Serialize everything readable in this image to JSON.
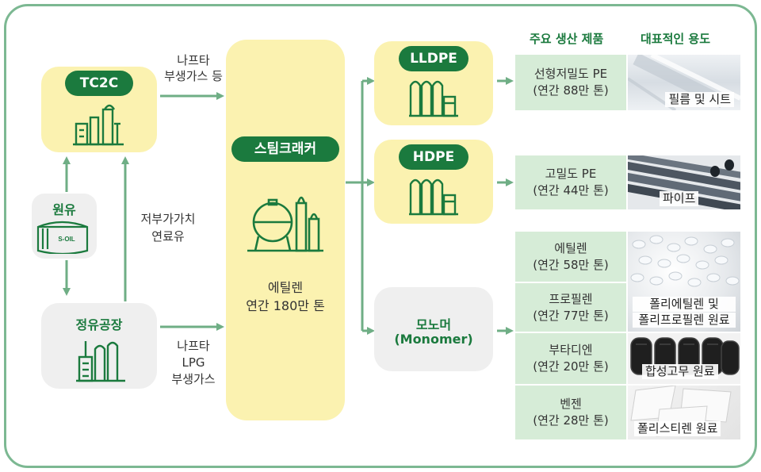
{
  "headers": {
    "products": "주요 생산 제품",
    "uses": "대표적인 용도"
  },
  "nodes": {
    "tc2c": "TC2C",
    "crude": "원유",
    "crude_logo": "S-OIL",
    "refinery": "정유공장",
    "cracker": "스팀크래커",
    "cracker_output": [
      "에틸렌",
      "연간 180만 톤"
    ],
    "lldpe": "LLDPE",
    "hdpe": "HDPE",
    "monomer": [
      "모노머",
      "(Monomer)"
    ]
  },
  "flows": {
    "tc2c_to_cracker": [
      "나프타",
      "부생가스 등"
    ],
    "refinery_to_tc2c": [
      "저부가가치",
      "연료유"
    ],
    "refinery_to_cracker": [
      "나프타",
      "LPG",
      "부생가스"
    ]
  },
  "products": [
    {
      "name": [
        "선형저밀도 PE",
        "(연간 88만 톤)"
      ],
      "use": "필름 및 시트"
    },
    {
      "name": [
        "고밀도 PE",
        "(연간 44만 톤)"
      ],
      "use": "파이프"
    },
    {
      "name": [
        "에틸렌",
        "(연간 58만 톤)"
      ]
    },
    {
      "name": [
        "프로필렌",
        "(연간 77만 톤)"
      ]
    },
    {
      "name": [
        "부타디엔",
        "(연간 20만 톤)"
      ]
    },
    {
      "name": [
        "벤젠",
        "(연간 28만 톤)"
      ]
    }
  ],
  "monomer_uses": [
    "폴리에틸렌 및",
    "폴리프로필렌 원료",
    "합성고무 원료",
    "폴리스티렌 원료"
  ],
  "colors": {
    "green": "#1b7a3e",
    "arrow": "#6fae85",
    "yellow": "#fbf2b0",
    "grey": "#efefef",
    "cell": "#d6ecd7"
  },
  "icons": [
    "refinery-icon",
    "storage-tank-icon",
    "sphere-tank-icon",
    "silo-icon",
    "film-roll-photo",
    "pipes-photo",
    "pellets-photo",
    "tires-photo",
    "foam-photo"
  ]
}
